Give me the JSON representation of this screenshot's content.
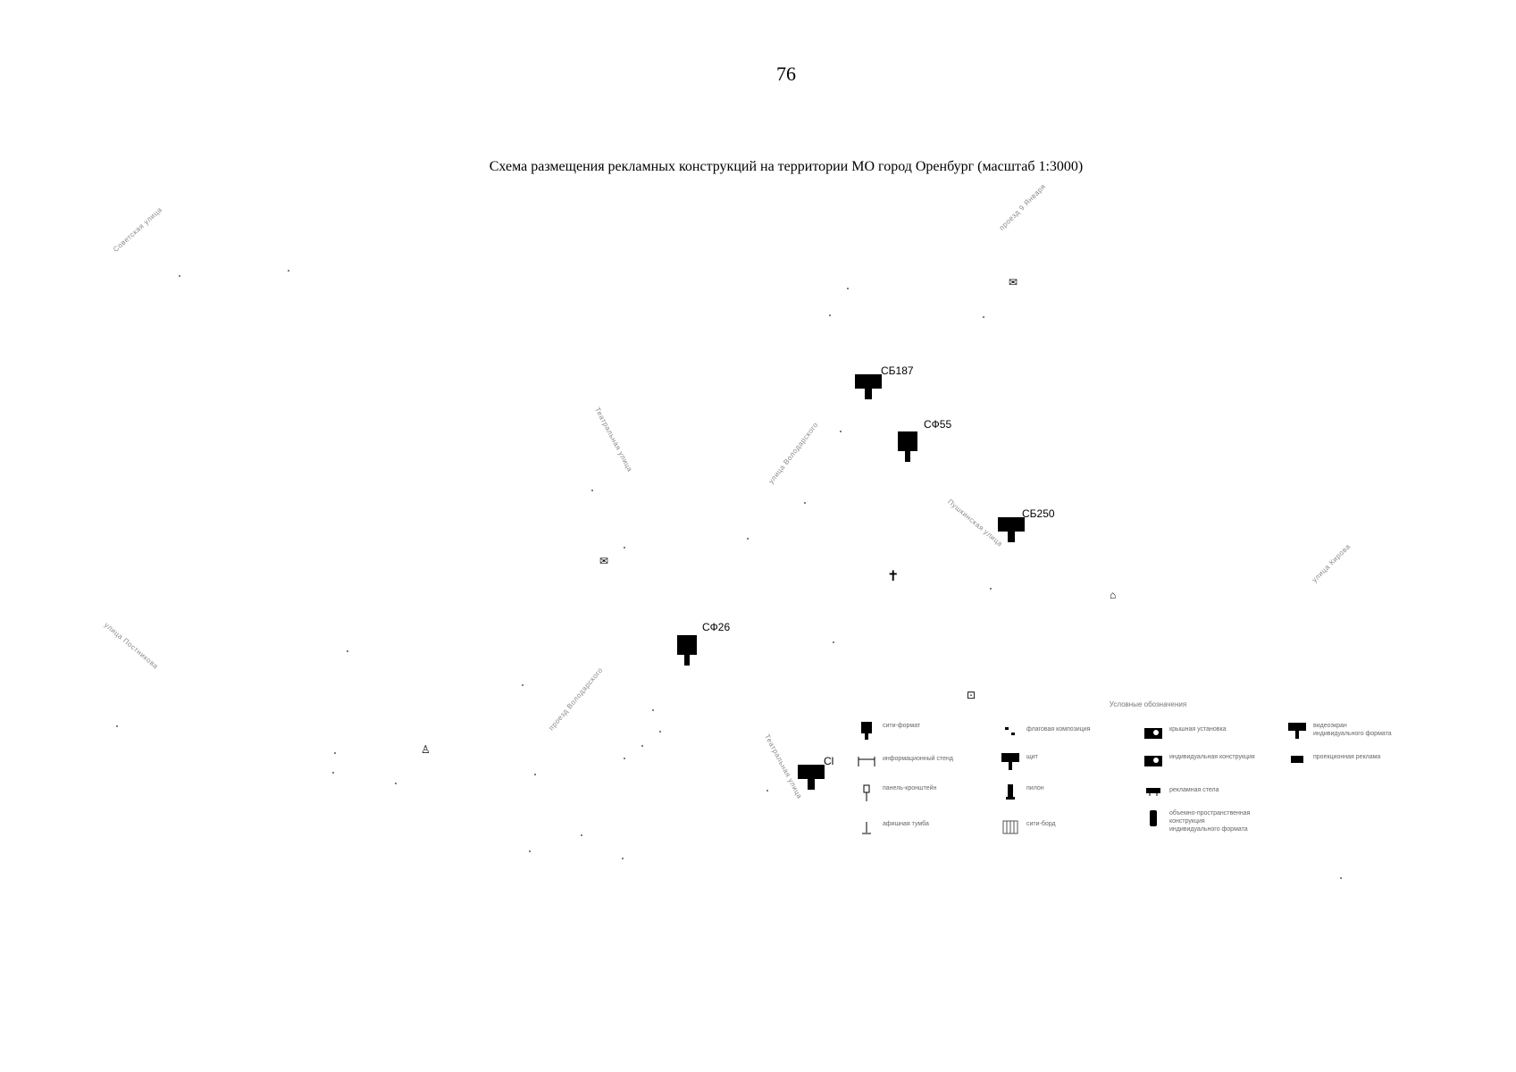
{
  "page_number": "76",
  "map": {
    "title": "Схема размещения рекламных конструкций на территории МО город Оренбург (масштаб 1:3000)"
  },
  "markers": [
    {
      "id": "СБ187",
      "label": "СБ187",
      "type": "billboard"
    },
    {
      "id": "СФ55",
      "label": "СФ55",
      "type": "city-format"
    },
    {
      "id": "СБ250",
      "label": "СБ250",
      "type": "billboard"
    },
    {
      "id": "СФ26",
      "label": "СФ26",
      "type": "city-format"
    },
    {
      "id": "Cl",
      "label": "Cl",
      "type": "billboard"
    }
  ],
  "legend": {
    "title": "Условные обозначения",
    "items": [
      {
        "label": "сити-формат",
        "icon": "city-format-icon"
      },
      {
        "label": "флаговая композиция",
        "icon": "flag-composition-icon"
      },
      {
        "label": "крышная установка",
        "icon": "roof-installation-icon"
      },
      {
        "label": "видеоэкран\nиндивидуального формата",
        "icon": "video-screen-icon"
      },
      {
        "label": "информационный стенд",
        "icon": "info-stand-icon"
      },
      {
        "label": "щит",
        "icon": "billboard-icon"
      },
      {
        "label": "индивидуальная конструкция",
        "icon": "individual-structure-icon"
      },
      {
        "label": "проекционная реклама",
        "icon": "projection-icon"
      },
      {
        "label": "панель-кронштейн",
        "icon": "bracket-panel-icon"
      },
      {
        "label": "пилон",
        "icon": "pylon-icon"
      },
      {
        "label": "рекламная стела",
        "icon": "stele-icon"
      },
      {
        "label": "объемно-пространственная\nконструкция\nиндивидуального формата",
        "icon": "volumetric-structure-icon"
      },
      {
        "label": "афишная тумба",
        "icon": "poster-column-icon"
      },
      {
        "label": "сити-борд",
        "icon": "city-board-icon"
      }
    ]
  },
  "streets": [
    {
      "label": "Советская улица"
    },
    {
      "label": "проезд 9 Января"
    },
    {
      "label": "Театральная улица"
    },
    {
      "label": "улица Володарского"
    },
    {
      "label": "Пушкинская улица"
    },
    {
      "label": "улица Кирова"
    },
    {
      "label": "проезд Володарского"
    },
    {
      "label": "Театральная улица"
    },
    {
      "label": "улица Постникова"
    }
  ]
}
